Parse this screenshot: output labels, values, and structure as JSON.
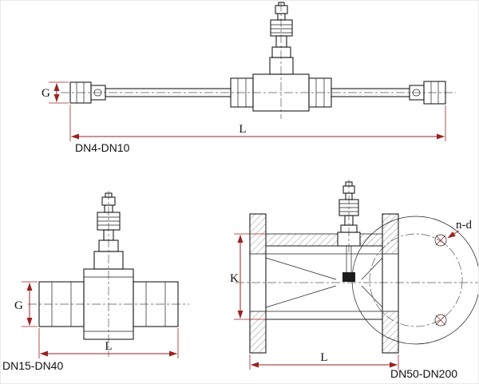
{
  "meta": {
    "background": "#ffffff"
  },
  "colors": {
    "linework": "#1c1c1c",
    "dimension_lines": "#9b2222",
    "centerlines": "#555555"
  },
  "drawings": {
    "dn4_dn10": {
      "label": "DN4-DN10",
      "dims": {
        "g": "G",
        "l": "L"
      }
    },
    "dn15_dn40": {
      "label": "DN15-DN40",
      "dims": {
        "g": "G",
        "l": "L"
      }
    },
    "dn50_dn200": {
      "label": "DN50-DN200",
      "dims": {
        "k": "K",
        "l": "L",
        "bolt_holes": "n-d"
      }
    }
  }
}
